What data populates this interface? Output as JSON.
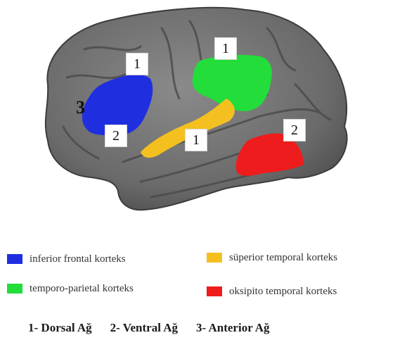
{
  "regions": [
    {
      "name": "inferior frontal korteks",
      "color": "#1f2fe0"
    },
    {
      "name": "süperior temporal korteks",
      "color": "#f4c020"
    },
    {
      "name": "temporo-parietal korteks",
      "color": "#22dd3a"
    },
    {
      "name": "oksipito temporal korteks",
      "color": "#ee1c1c"
    }
  ],
  "brain_labels": {
    "blue_top": "1",
    "blue_left": "3",
    "blue_bottom": "2",
    "green_top": "1",
    "yellow": "1",
    "red": "2"
  },
  "networks": [
    "1- Dorsal Ağ",
    "2- Ventral Ağ",
    "3- Anterior Ağ"
  ]
}
